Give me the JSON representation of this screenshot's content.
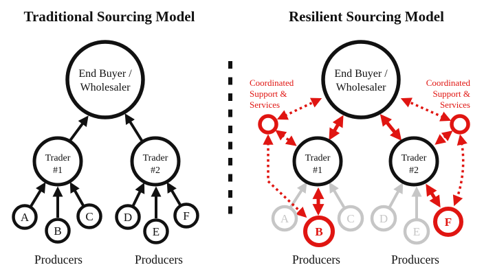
{
  "colors": {
    "black": "#111111",
    "red": "#e01511",
    "gray": "#c6c6c6"
  },
  "traditional": {
    "title": "Traditional Sourcing Model",
    "end_buyer": {
      "line1": "End Buyer /",
      "line2": "Wholesaler"
    },
    "trader1": {
      "line1": "Trader",
      "line2": "#1"
    },
    "trader2": {
      "line1": "Trader",
      "line2": "#2"
    },
    "producers": {
      "a": "A",
      "b": "B",
      "c": "C",
      "d": "D",
      "e": "E",
      "f": "F"
    },
    "producers_left_label": "Producers",
    "producers_right_label": "Producers"
  },
  "resilient": {
    "title": "Resilient Sourcing Model",
    "end_buyer": {
      "line1": "End Buyer /",
      "line2": "Wholesaler"
    },
    "trader1": {
      "line1": "Trader",
      "line2": "#1"
    },
    "trader2": {
      "line1": "Trader",
      "line2": "#2"
    },
    "support_left": {
      "line1": "Coordinated",
      "line2": "Support &",
      "line3": "Services"
    },
    "support_right": {
      "line1": "Coordinated",
      "line2": "Support &",
      "line3": "Services"
    },
    "producers": {
      "a": "A",
      "b": "B",
      "c": "C",
      "d": "D",
      "e": "E",
      "f": "F"
    },
    "producers_left_label": "Producers",
    "producers_right_label": "Producers"
  }
}
